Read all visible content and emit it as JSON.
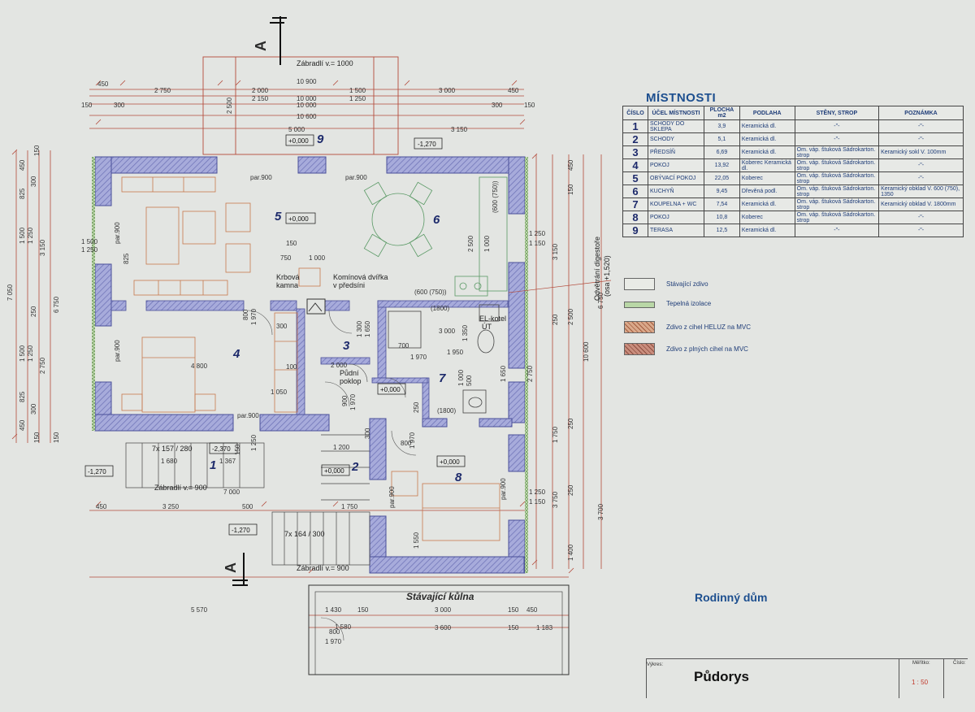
{
  "plan": {
    "rooms": [
      {
        "num": "1"
      },
      {
        "num": "2"
      },
      {
        "num": "3"
      },
      {
        "num": "4"
      },
      {
        "num": "5"
      },
      {
        "num": "6"
      },
      {
        "num": "7"
      },
      {
        "num": "8"
      },
      {
        "num": "9"
      }
    ],
    "elevations": {
      "terrace": "+0,000",
      "living": "+0,000",
      "hall": "+0,000",
      "bath": "+0,000",
      "room8": "+0,000",
      "stairs2": "+0,000",
      "outer_right": "-1,270",
      "left_stair": "-2,370",
      "left_low": "-1,270",
      "bottom_low": "-1,270"
    },
    "labels": {
      "railing_top": "Zábradlí v.= 1000",
      "railing_mid": "Zábradlí v.= 900",
      "railing_bot": "Zábradlí v.= 900",
      "fireplace": "Krbová",
      "fireplace2": "kamna",
      "chimney": "Komínová dvířka",
      "chimney2": "v předsíni",
      "attic": "Půdní",
      "attic2": "poklop",
      "boiler": "EL-kotel",
      "boiler2": "ÚT",
      "hood": "Odvětrání digestoře",
      "hood2": "(osa +1,520)",
      "shed": "Stávající kůlna",
      "stairs1": "7x 157 / 280",
      "stairs2": "7x 164 / 300",
      "section_a": "A"
    },
    "dims_top": [
      "450",
      "2 750",
      "2 000",
      "2 150",
      "10 900",
      "10 000",
      "1 500",
      "1 250",
      "3 000",
      "450",
      "150",
      "300",
      "10 000",
      "300",
      "150",
      "10 600",
      "5 000",
      "3 150",
      "2 500"
    ],
    "dims_bottom": [
      "450",
      "3 250",
      "500",
      "1 750",
      "7 000",
      "5 570",
      "1 430",
      "150",
      "3 000",
      "150",
      "450",
      "3 600",
      "150",
      "1 183",
      "800",
      "1 970",
      "1 580"
    ],
    "dims_inner": [
      "par.900",
      "par.900",
      "par.900",
      "par.900",
      "par.900",
      "par.900",
      "par.900",
      "750",
      "1 000",
      "150",
      "825",
      "4 800",
      "1 050",
      "2 000",
      "1 650",
      "1 300",
      "800",
      "1 970",
      "100",
      "300",
      "900",
      "1 970",
      "(1800)",
      "(1800)",
      "3 000",
      "1 950",
      "1 350",
      "700",
      "1 970",
      "1 650",
      "1 000",
      "500",
      "250",
      "800",
      "1 970",
      "1 550",
      "1 200",
      "1 680",
      "1 367",
      "150",
      "300",
      "1 250",
      "(600 (750))",
      "(600 (750))",
      "1 000",
      "2 500"
    ],
    "dims_left": [
      "150",
      "450",
      "825",
      "300",
      "1 500",
      "1 250",
      "3 150",
      "7 050",
      "6 750",
      "1 500",
      "1 250",
      "2 750",
      "825",
      "300",
      "450",
      "150",
      "150",
      "250",
      "1 500",
      "1 250"
    ],
    "dims_right": [
      "450",
      "1 250",
      "1 150",
      "3 150",
      "250",
      "2 500",
      "10 600",
      "2 750",
      "1 750",
      "1 250",
      "1 150",
      "3 750",
      "3 700",
      "1 400",
      "250",
      "250",
      "6 750",
      "150"
    ]
  },
  "legend": {
    "title": "MÍSTNOSTI",
    "columns": [
      "ČÍSLO",
      "ÚČEL MÍSTNOSTI",
      "PLOCHA m2",
      "PODLAHA",
      "STĚNY, STROP",
      "POZNÁMKA"
    ],
    "rows": [
      {
        "num": "1",
        "use": "SCHODY DO SKLEPA",
        "area": "3,9",
        "floor": "Keramická dl.",
        "walls": "-\"-",
        "note": "-\"-"
      },
      {
        "num": "2",
        "use": "SCHODY",
        "area": "5,1",
        "floor": "Keramická dl.",
        "walls": "-\"-",
        "note": "-\"-"
      },
      {
        "num": "3",
        "use": "PŘEDSÍŇ",
        "area": "6,69",
        "floor": "Keramická dl.",
        "walls": "Om. váp. štuková Sádrokarton. strop",
        "note": "Keramický sokl V. 100mm"
      },
      {
        "num": "4",
        "use": "POKOJ",
        "area": "13,92",
        "floor": "Koberec Keramická dl.",
        "walls": "Om. váp. štuková Sádrokarton. strop",
        "note": "-\"-"
      },
      {
        "num": "5",
        "use": "OBÝVACÍ POKOJ",
        "area": "22,05",
        "floor": "Koberec",
        "walls": "Om. váp. štuková Sádrokarton. strop",
        "note": "-\"-"
      },
      {
        "num": "6",
        "use": "KUCHYŇ",
        "area": "9,45",
        "floor": "Dřevěná podl.",
        "walls": "Om. váp. štuková Sádrokarton. strop",
        "note": "Keramický obklad V. 600 (750), 1350"
      },
      {
        "num": "7",
        "use": "KOUPELNA + WC",
        "area": "7,54",
        "floor": "Keramická dl.",
        "walls": "Om. váp. štuková Sádrokarton. strop",
        "note": "Keramický obklad V. 1800mm"
      },
      {
        "num": "8",
        "use": "POKOJ",
        "area": "10,8",
        "floor": "Koberec",
        "walls": "Om. váp. štuková Sádrokarton. strop",
        "note": "-\"-"
      },
      {
        "num": "9",
        "use": "TERASA",
        "area": "12,5",
        "floor": "Keramická dl.",
        "walls": "-\"-",
        "note": "-\"-"
      }
    ],
    "key": [
      {
        "label": "Stávající zdivo",
        "color": "#e9ebe6"
      },
      {
        "label": "Tepelná izolace",
        "color": "#b9d7a6"
      },
      {
        "label": "Zdivo z cihel HELUZ na MVC",
        "color": "#d9a88a"
      },
      {
        "label": "Zdivo z plných cihel na MVC",
        "color": "#c98d7d"
      }
    ]
  },
  "title_block": {
    "project": "Rodinný dům",
    "drawing_label": "Výkres:",
    "drawing": "Půdorys",
    "scale_label": "Měřítko:",
    "number_label": "Číslo:",
    "scale": "1 : 50"
  },
  "colors": {
    "wall": "#8d92cf",
    "wall_edge": "#5a5fa8",
    "dim_line": "#b34a3a",
    "furniture_green": "#5b9a66",
    "furniture_orange": "#c6784e",
    "ink": "#2a2a2a"
  }
}
